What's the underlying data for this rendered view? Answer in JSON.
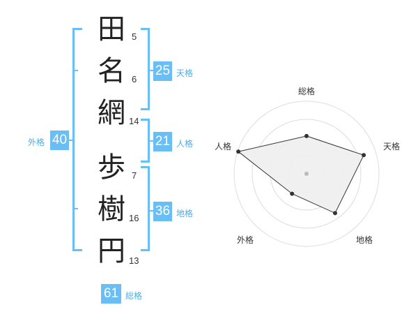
{
  "characters": [
    {
      "char": "田",
      "strokes": "5"
    },
    {
      "char": "名",
      "strokes": "6"
    },
    {
      "char": "網",
      "strokes": "14"
    },
    {
      "char": "歩",
      "strokes": "7"
    },
    {
      "char": "樹",
      "strokes": "16"
    },
    {
      "char": "円",
      "strokes": "13"
    }
  ],
  "kaku": {
    "tenkaku": {
      "value": "25",
      "label": "天格"
    },
    "jinkaku": {
      "value": "21",
      "label": "人格"
    },
    "chikaku": {
      "value": "36",
      "label": "地格"
    },
    "gaikaku": {
      "value": "40",
      "label": "外格"
    },
    "soukaku": {
      "value": "61",
      "label": "総格"
    }
  },
  "radar": {
    "axes": [
      "総格",
      "天格",
      "地格",
      "外格",
      "人格"
    ],
    "values": [
      0.52,
      0.83,
      0.67,
      0.34,
      0.99
    ],
    "fill_color": "#eeeeee",
    "line_color": "#333333",
    "ring_color": "#dddddd"
  },
  "colors": {
    "accent": "#69bff5"
  }
}
